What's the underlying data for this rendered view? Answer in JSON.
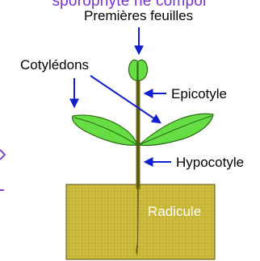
{
  "header_text": "sporophyte ne compor",
  "labels": {
    "premieres_feuilles": "Premières feuilles",
    "cotyledons": "Cotylédons",
    "epicotyle": "Epicotyle",
    "hypocotyle": "Hypocotyle",
    "radicule": "Radicule"
  },
  "colors": {
    "header": "#7a2fd0",
    "arrows": "#1020d0",
    "leaf": "#66dd44",
    "leaf_outline": "#2a6a10",
    "stem": "#6b6a10",
    "soil": "#c9b83a",
    "soil_outline": "#5a5010",
    "edge_marks": "#8844cc"
  }
}
